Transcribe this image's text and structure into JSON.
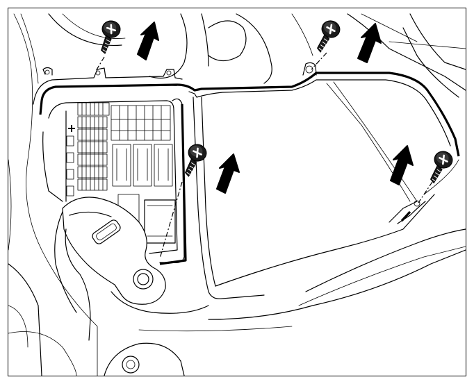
{
  "diagram": {
    "kind": "fuse-box-cover-removal-illustration",
    "stroke_color": "#000000",
    "background_color": "#ffffff",
    "screws": [
      {
        "id": "screw-top-left",
        "icon": "phillips-screw-icon",
        "direction": "up-right"
      },
      {
        "id": "screw-top-right",
        "icon": "phillips-screw-icon",
        "direction": "up-right"
      },
      {
        "id": "screw-middle",
        "icon": "phillips-screw-icon",
        "direction": "up-right"
      },
      {
        "id": "screw-right",
        "icon": "phillips-screw-icon",
        "direction": "up-right"
      }
    ],
    "arrows": [
      {
        "id": "arrow-top-left",
        "icon": "removal-arrow-icon",
        "direction": "up-right"
      },
      {
        "id": "arrow-top-right",
        "icon": "removal-arrow-icon",
        "direction": "up-right"
      },
      {
        "id": "arrow-middle",
        "icon": "removal-arrow-icon",
        "direction": "up-right"
      },
      {
        "id": "arrow-right",
        "icon": "removal-arrow-icon",
        "direction": "up-right"
      }
    ]
  }
}
